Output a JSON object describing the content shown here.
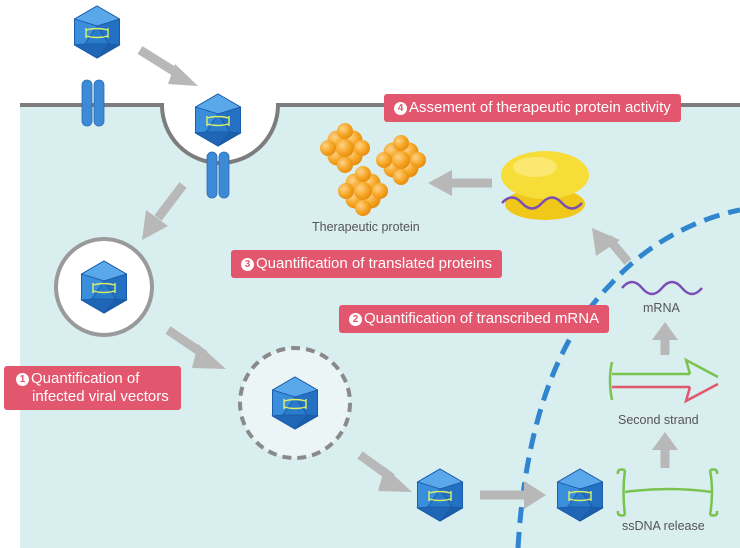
{
  "steps": [
    {
      "number": "1",
      "label_line1": "Quantification of",
      "label_line2": "infected viral vectors"
    },
    {
      "number": "2",
      "label": "Quantification of transcribed mRNA"
    },
    {
      "number": "3",
      "label": "Quantification of translated proteins"
    },
    {
      "number": "4",
      "label": "Assement of therapeutic protein activity"
    }
  ],
  "captions": {
    "therapeutic_protein": "Therapeutic protein",
    "mrna": "mRNA",
    "second_strand": "Second strand",
    "ssdna_release": "ssDNA release"
  },
  "colors": {
    "cell_fill": "#d9eeee",
    "membrane": "#7d7d7d",
    "label_bg": "#e2566e",
    "virus_blue": "#2f7fd0",
    "receptor_blue": "#3d8bd6",
    "protein_orange": "#f5a623",
    "ribosome_yellow": "#f7dd38",
    "mrna_purple": "#7a4fb5",
    "dna_green": "#79c34e",
    "dna_red": "#e2566e",
    "nucleus_dashed_blue": "#2f86cf",
    "arrow_gray": "#b8b8b8"
  },
  "icons": [
    "virus-capsid-icon",
    "receptor-icon",
    "ribosome-icon",
    "protein-cluster-icon",
    "endosome-icon"
  ]
}
